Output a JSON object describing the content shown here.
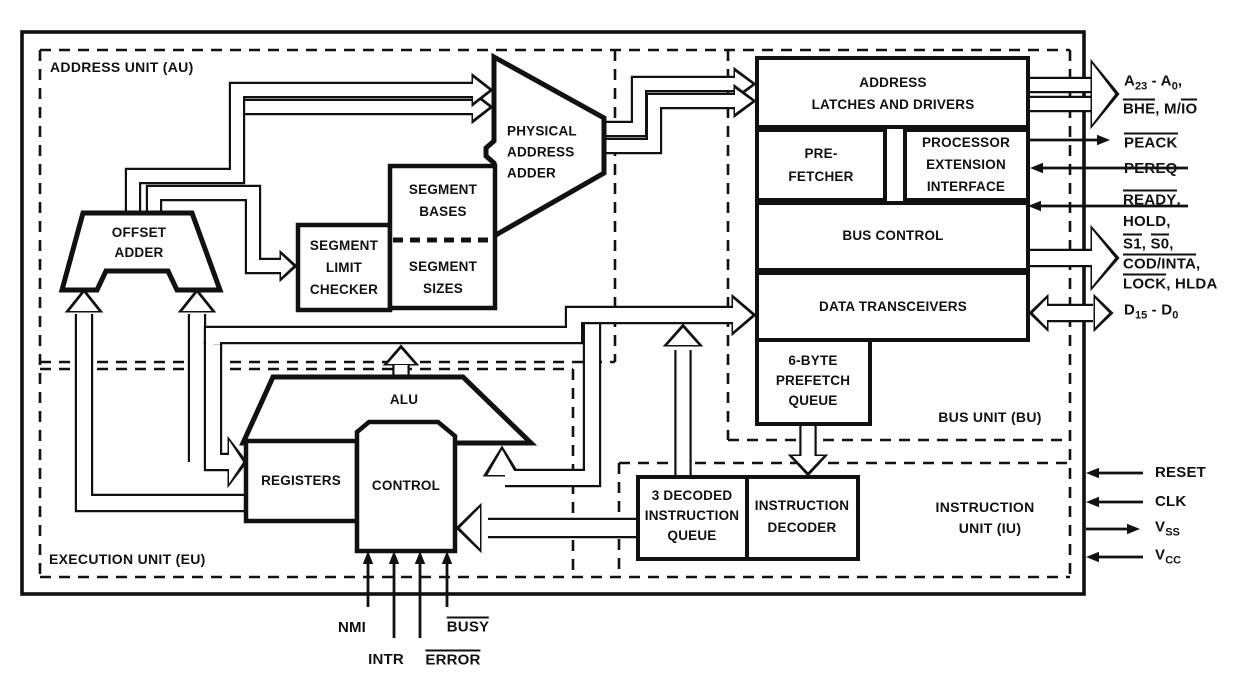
{
  "units": {
    "au": "ADDRESS UNIT (AU)",
    "eu": "EXECUTION UNIT (EU)",
    "bu": "BUS UNIT (BU)",
    "iu_line1": "INSTRUCTION",
    "iu_line2": "UNIT (IU)"
  },
  "blocks": {
    "offset_adder": "OFFSET\nADDER",
    "segment_limit_checker": "SEGMENT\nLIMIT\nCHECKER",
    "segment_bases": "SEGMENT\nBASES",
    "segment_sizes": "SEGMENT\nSIZES",
    "physical_address_adder": "PHYSICAL\nADDRESS\nADDER",
    "alu": "ALU",
    "registers": "REGISTERS",
    "control": "CONTROL",
    "address_latches": "ADDRESS\nLATCHES AND DRIVERS",
    "prefetcher": "PRE-\nFETCHER",
    "processor_extension_interface": "PROCESSOR\nEXTENSION\nINTERFACE",
    "bus_control": "BUS CONTROL",
    "data_transceivers": "DATA TRANSCEIVERS",
    "prefetch_queue": "6-BYTE\nPREFETCH\nQUEUE",
    "decoded_queue": "3 DECODED\nINSTRUCTION\nQUEUE",
    "instruction_decoder": "INSTRUCTION\nDECODER"
  },
  "pins": {
    "address_line1": [
      {
        "t": "A"
      },
      {
        "t": "23",
        "sb": 1
      },
      {
        "t": " - A"
      },
      {
        "t": "0",
        "sb": 1
      },
      {
        "t": ","
      }
    ],
    "address_line2": [
      {
        "t": "BHE",
        "ov": 1
      },
      {
        "t": ", M/"
      },
      {
        "t": "IO",
        "ov": 1
      }
    ],
    "peack": [
      {
        "t": "PEACK",
        "ov": 1
      }
    ],
    "pereq": [
      {
        "t": "PEREQ"
      }
    ],
    "ready": [
      {
        "t": "READY",
        "ov": 1
      },
      {
        "t": ","
      }
    ],
    "hold": [
      {
        "t": "HOLD,"
      }
    ],
    "s1s0": [
      {
        "t": "S1",
        "ov": 1
      },
      {
        "t": ", "
      },
      {
        "t": "S0",
        "ov": 1
      },
      {
        "t": ","
      }
    ],
    "cod_inta": [
      {
        "t": "COD/INTA",
        "ov": 1
      },
      {
        "t": ","
      }
    ],
    "lock_hlda": [
      {
        "t": "LOCK",
        "ov": 1
      },
      {
        "t": ", HLDA"
      }
    ],
    "data_bus": [
      {
        "t": "D"
      },
      {
        "t": "15",
        "sb": 1
      },
      {
        "t": " - D"
      },
      {
        "t": "0",
        "sb": 1
      }
    ],
    "reset": [
      {
        "t": "RESET"
      }
    ],
    "clk": [
      {
        "t": "CLK"
      }
    ],
    "vss": [
      {
        "t": "V"
      },
      {
        "t": "SS",
        "sb": 1
      }
    ],
    "vcc": [
      {
        "t": "V"
      },
      {
        "t": "CC",
        "sb": 1
      }
    ],
    "nmi": [
      {
        "t": "NMI"
      }
    ],
    "intr": [
      {
        "t": "INTR"
      }
    ],
    "busy": [
      {
        "t": "BUSY",
        "ov": 1
      }
    ],
    "error": [
      {
        "t": "ERROR",
        "ov": 1
      }
    ]
  },
  "colors": {
    "ink": "#111111",
    "background": "#ffffff"
  }
}
